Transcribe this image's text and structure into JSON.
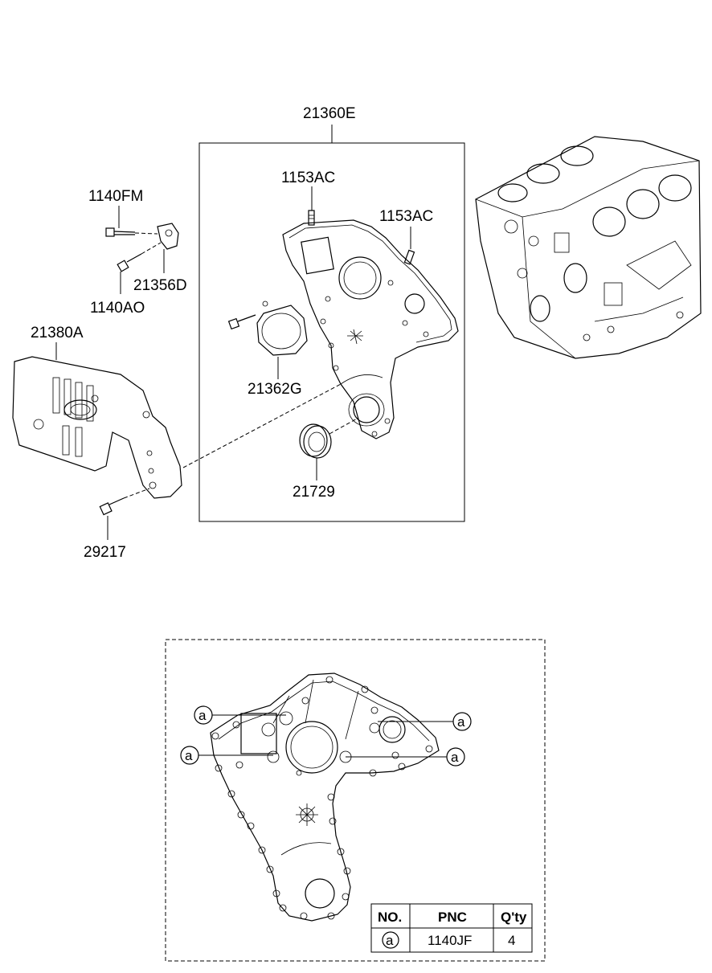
{
  "labels": {
    "p21360E": "21360E",
    "p1153AC_a": "1153AC",
    "p1153AC_b": "1153AC",
    "p1140FM": "1140FM",
    "p21356D": "21356D",
    "p1140AO": "1140AO",
    "p21380A": "21380A",
    "p21362G": "21362G",
    "p21729": "21729",
    "p29217": "29217"
  },
  "callout_symbol": "a",
  "table": {
    "headers": [
      "NO.",
      "PNC",
      "Q'ty"
    ],
    "row": {
      "no": "a",
      "pnc": "1140JF",
      "qty": "4"
    }
  }
}
